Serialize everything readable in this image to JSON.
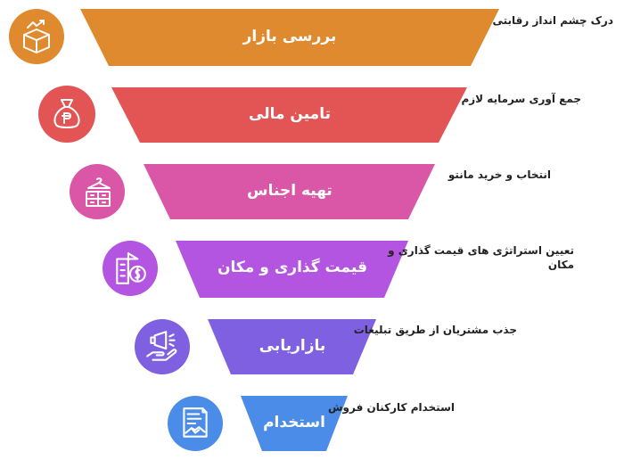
{
  "stages": [
    {
      "label": "بررسی بازار",
      "description": [
        "درک چشم انداز رقابتی"
      ],
      "color": "#E08A30",
      "icon": "box-growth-icon"
    },
    {
      "label": "تامین مالی",
      "description": [
        "جمع آوری سرمایه لازم"
      ],
      "color": "#E35555",
      "icon": "money-bag-icon"
    },
    {
      "label": "تهیه اجناس",
      "description": [
        "انتخاب و خرید مانتو"
      ],
      "color": "#DA56A6",
      "icon": "hanger-dresser-icon"
    },
    {
      "label": "قیمت گذاری و مکان",
      "description": [
        "تعیین استراتژی های قیمت گذاری و",
        "مکان"
      ],
      "color": "#B355E0",
      "icon": "building-dollar-icon"
    },
    {
      "label": "بازاریابی",
      "description": [
        "جذب مشتریان از طریق تبلیغات"
      ],
      "color": "#7E60E0",
      "icon": "megaphone-hand-icon"
    },
    {
      "label": "استخدام",
      "description": [
        "استخدام کارکنان فروش"
      ],
      "color": "#4A8CE8",
      "icon": "contract-handshake-icon"
    }
  ]
}
